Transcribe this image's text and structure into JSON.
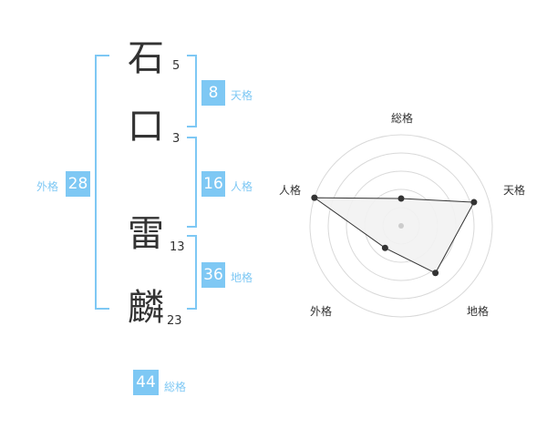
{
  "name_characters": [
    {
      "char": "石",
      "strokes": "5"
    },
    {
      "char": "口",
      "strokes": "3"
    },
    {
      "char": "雷",
      "strokes": "13"
    },
    {
      "char": "麟",
      "strokes": "23"
    }
  ],
  "fortune": {
    "tenkaku": {
      "value": "8",
      "label": "天格"
    },
    "jinkaku": {
      "value": "16",
      "label": "人格"
    },
    "chikaku": {
      "value": "36",
      "label": "地格"
    },
    "gaikaku": {
      "value": "28",
      "label": "外格"
    },
    "soukaku": {
      "value": "44",
      "label": "総格"
    }
  },
  "chart_data": {
    "type": "radar",
    "axes": [
      "総格",
      "天格",
      "地格",
      "外格",
      "人格"
    ],
    "values": [
      1.5,
      4.2,
      3.2,
      1.5,
      5.0
    ],
    "max": 5,
    "colors": {
      "line": "#333333",
      "fill": "#f2f2f2",
      "grid": "#d9d9d9",
      "accent": "#7ec8f4"
    }
  }
}
